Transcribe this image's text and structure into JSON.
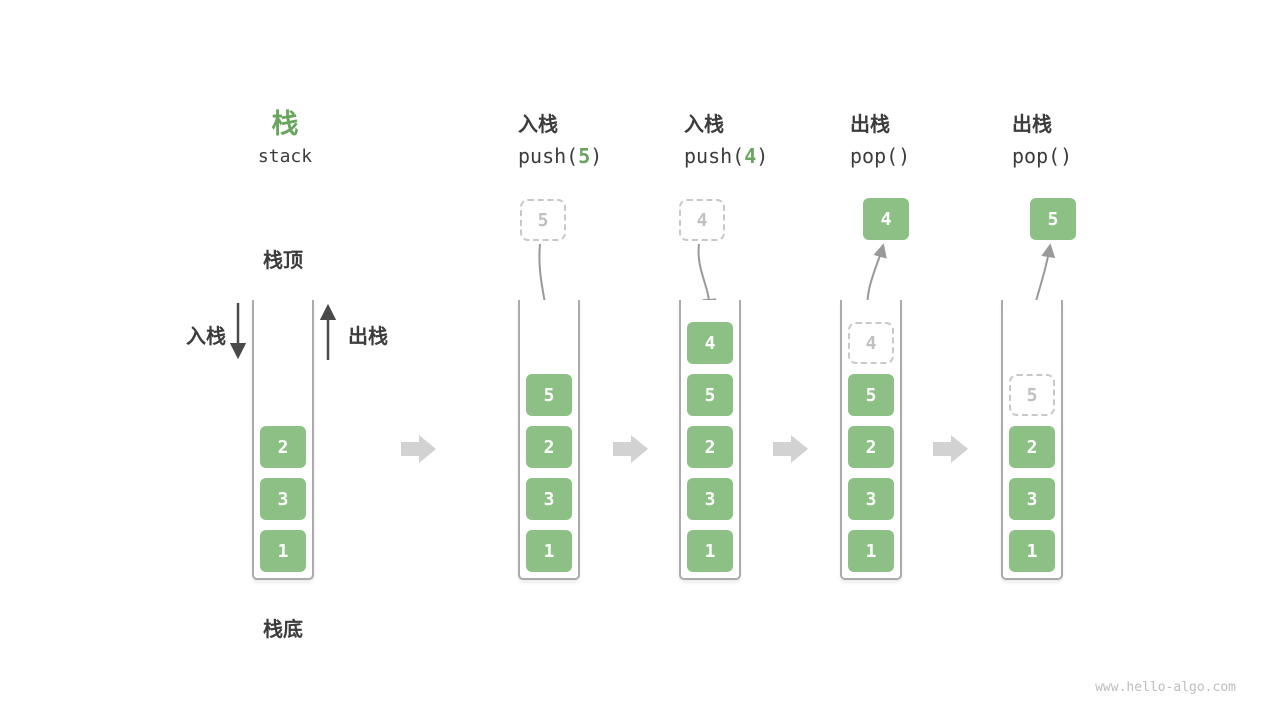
{
  "watermark": "www.hello-algo.com",
  "legend": {
    "title_zh": "栈",
    "title_en": "stack",
    "stack_top": "栈顶",
    "stack_bottom": "栈底",
    "push_label": "入栈",
    "pop_label": "出栈"
  },
  "figures": [
    {
      "name": "initial-stack",
      "items": [
        "2",
        "3",
        "1"
      ]
    },
    {
      "op_zh": "入栈",
      "code_pre": "push(",
      "code_arg": "5",
      "code_post": ")",
      "floating": "5",
      "items": [
        "5",
        "2",
        "3",
        "1"
      ]
    },
    {
      "op_zh": "入栈",
      "code_pre": "push(",
      "code_arg": "4",
      "code_post": ")",
      "floating": "4",
      "items": [
        "4",
        "5",
        "2",
        "3",
        "1"
      ]
    },
    {
      "op_zh": "出栈",
      "code_pre": "pop(",
      "code_arg": "",
      "code_post": ")",
      "floating": "4",
      "ghost": "4",
      "items": [
        "5",
        "2",
        "3",
        "1"
      ]
    },
    {
      "op_zh": "出栈",
      "code_pre": "pop(",
      "code_arg": "",
      "code_post": ")",
      "floating": "5",
      "ghost": "5",
      "items": [
        "2",
        "3",
        "1"
      ]
    }
  ],
  "colors": {
    "cell_green": "#8CC084",
    "title_green": "#68A65D",
    "frame_gray": "#ababab",
    "flow_arrow_gray": "#999999",
    "transition_arrow_gray": "#d2d2d2"
  }
}
